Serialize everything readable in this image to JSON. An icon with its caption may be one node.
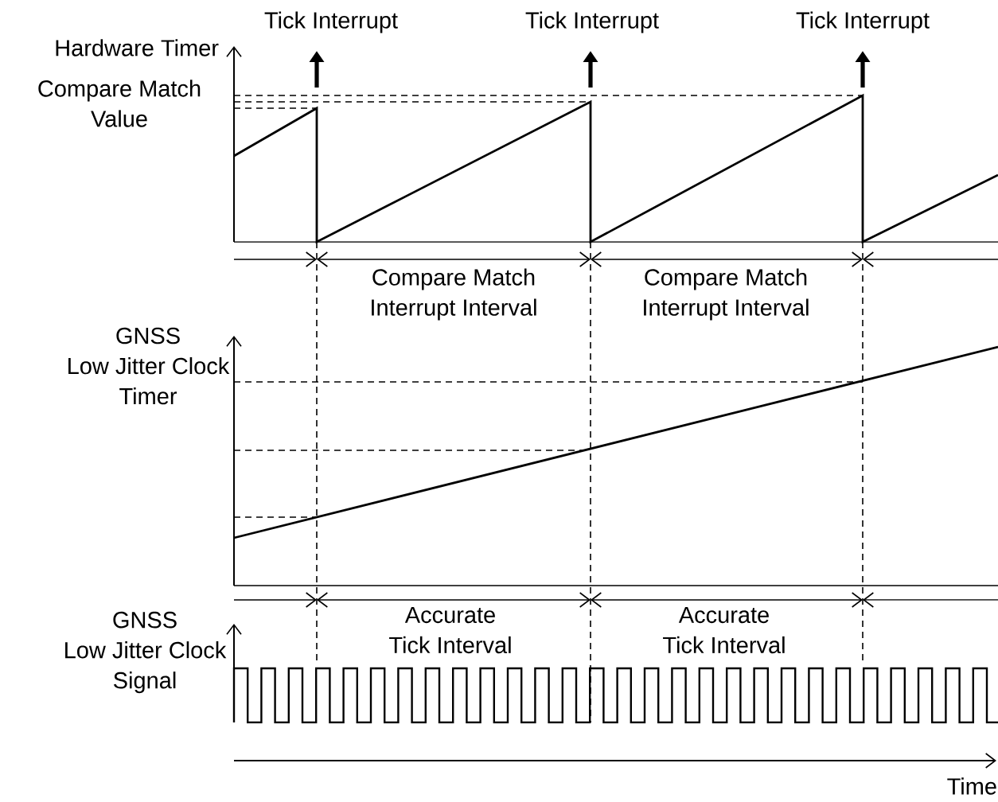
{
  "diagram": {
    "labels": [
      "Tick Interrupt",
      "Tick Interrupt",
      "Tick Interrupt",
      "Hardware Timer",
      "Compare Match Value",
      "Compare Match Interrupt Interval",
      "Compare Match Interrupt Interval",
      "GNSS Low Jitter Clock Timer",
      "Accurate Tick Interval",
      "Accurate Tick Interval",
      "GNSS Low Jitter Clock Signal",
      "Time"
    ]
  }
}
